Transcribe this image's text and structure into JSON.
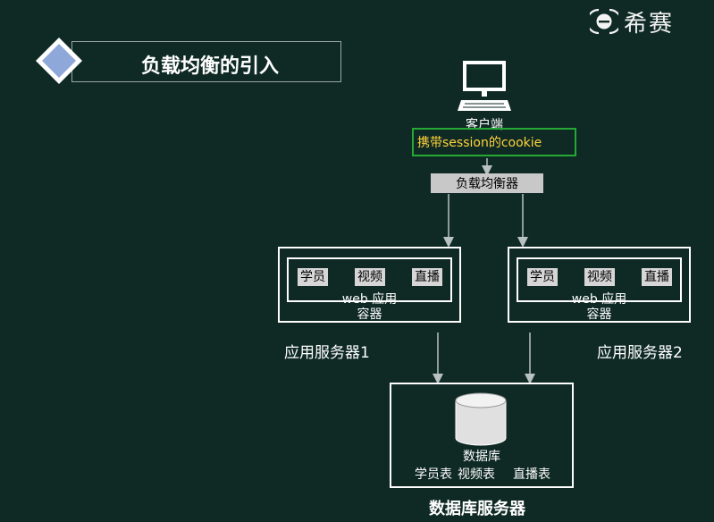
{
  "brand": {
    "name": "希赛"
  },
  "title": "负载均衡的引入",
  "client": {
    "label": "客户端"
  },
  "cookie_note": "携带session的cookie",
  "load_balancer": {
    "label": "负载均衡器"
  },
  "servers": [
    {
      "caption": "应用服务器1",
      "modules": [
        "学员",
        "视频",
        "直播"
      ],
      "app_label": "web 应用",
      "container_label": "容器"
    },
    {
      "caption": "应用服务器2",
      "modules": [
        "学员",
        "视频",
        "直播"
      ],
      "app_label": "web 应用",
      "container_label": "容器"
    }
  ],
  "database": {
    "label": "数据库",
    "tables": [
      "学员表",
      "视频表",
      "直播表"
    ],
    "caption": "数据库服务器"
  },
  "colors": {
    "background": "#0f2a24",
    "cookie_border": "#25a834",
    "cookie_text": "#ffd23a",
    "diamond_fill": "#8fa8da",
    "line": "#b8c2c0"
  }
}
